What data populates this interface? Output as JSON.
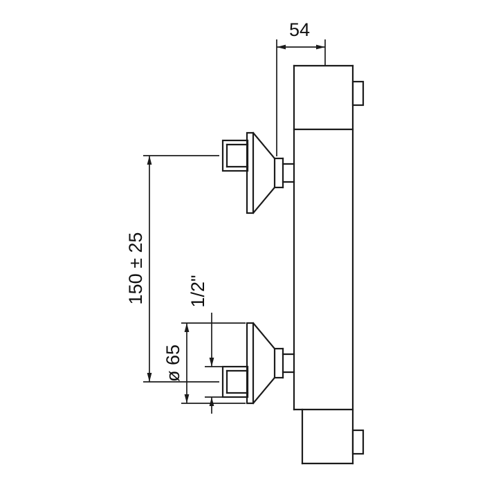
{
  "drawing": {
    "kind": "technical dimension drawing, side elevation of wall-mounted mixer valve",
    "background_color": "#ffffff",
    "line_color": "#1b1b1b",
    "dimensions": {
      "body_depth": {
        "label": "54",
        "orientation": "horizontal"
      },
      "inlet_centre_distance": {
        "label": "150 ± 25",
        "orientation": "vertical"
      },
      "escutcheon_diameter": {
        "label": "ø 65",
        "orientation": "vertical"
      },
      "inlet_thread": {
        "label": "1/2\"",
        "orientation": "vertical"
      }
    }
  }
}
